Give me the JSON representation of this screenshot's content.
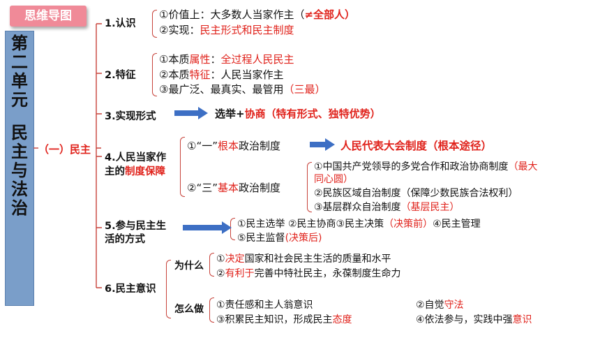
{
  "tag": "思维导图",
  "unit_title": "第二单元 民主与法治",
  "unit_parts": [
    "第",
    "二",
    "单",
    "元",
    "",
    "民",
    "主",
    "与",
    "法",
    "治"
  ],
  "root": "（一）民主",
  "n1": {
    "label": "1.认识",
    "l1a": "①价值上：大多数人当家作主（",
    "l1b": "≠全部人）",
    "l2a": "②实现：",
    "l2b": "民主形式和民主制度"
  },
  "n2": {
    "label": "2.特征",
    "l1a": "①本质",
    "l1b": "属性",
    "l1c": "：",
    "l1d": "全过程人民民主",
    "l2a": "②本质",
    "l2b": "特征",
    "l2c": "：人民当家作主",
    "l3a": "③最广泛、最真实、最管用",
    "l3b": "（三最）"
  },
  "n3": {
    "label": "3.实现形式",
    "t1": "选举+",
    "t2": "协商（特有形式、独特优势）"
  },
  "n4": {
    "label1": "4.人民当家作",
    "label2a": "主的",
    "label2b": "制度保障",
    "one_a": "①“一”",
    "one_b": "根本",
    "one_c": "政治制度",
    "one_result": "人民代表大会制度（根本途径）",
    "three_a": "②“三”",
    "three_b": "基本",
    "three_c": "政治制度",
    "s1a": "①中国共产党领导的多党合作和政治协商制度",
    "s1b": "（最大",
    "s1c": "同心圆）",
    "s2": "②民族区域自治制度（保障少数民族合法权利）",
    "s3a": "③基层群众自治制度",
    "s3b": "（基层民主）"
  },
  "n5": {
    "label1": "5.参与民主生",
    "label2": "活的方式",
    "l1a": "①民主选举 ②民主协商③民主决策",
    "l1b": "（决策前）",
    "l1c": "④民主管理",
    "l2a": "⑤民主监督",
    "l2b": "(决策后)"
  },
  "n6": {
    "label": "6.民主意识",
    "why": "为什么",
    "w1a": "①",
    "w1b": "决定",
    "w1c": "国家和社会民主生活的质量和水平",
    "w2a": "②",
    "w2b": "有利于",
    "w2c": "完善中特社民主，永葆制度生命力",
    "how": "怎么做",
    "h1": "①责任感和主人翁意识",
    "h2a": "②自觉",
    "h2b": "守法",
    "h3a": "③积累民主知识，形成民主",
    "h3b": "态度",
    "h4a": "④依法参与，实践中强",
    "h4b": "意识"
  }
}
